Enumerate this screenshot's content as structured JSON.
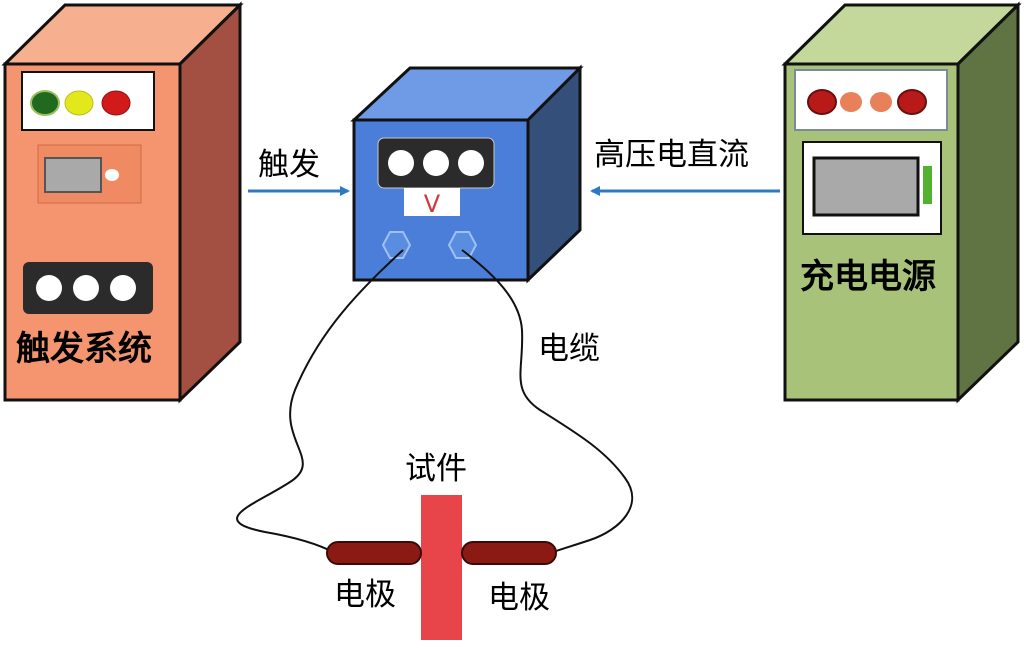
{
  "labels": {
    "trigger_system": "触发系统",
    "trigger_arrow": "触发",
    "hv_dc": "高压电直流",
    "charging_power": "充电电源",
    "cable": "电缆",
    "specimen": "试件",
    "electrode_left": "电极",
    "electrode_right": "电极"
  },
  "switch_panel_mark": "V",
  "colors": {
    "trigger_cabinet_front": "#f4956f",
    "trigger_cabinet_side": "#a34f42",
    "switch_box_front": "#4a7ed8",
    "switch_box_side": "#344f7a",
    "power_cabinet_front": "#a9c279",
    "power_cabinet_side": "#5f7442",
    "arrow": "#2e78c4",
    "specimen": "#e8454a",
    "electrode": "#8b1a14",
    "lamp_green": "#1f6a1f",
    "lamp_yellow": "#e2e81a",
    "lamp_red": "#d21a1a"
  }
}
